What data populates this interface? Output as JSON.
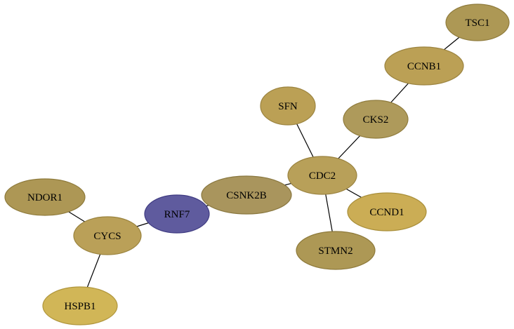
{
  "diagram": {
    "nodes": [
      {
        "id": "TSC1",
        "label": "TSC1",
        "fill": "#ad9855",
        "stroke": "#8f7b3c"
      },
      {
        "id": "CCNB1",
        "label": "CCNB1",
        "fill": "#bba055",
        "stroke": "#9c8440"
      },
      {
        "id": "SFN",
        "label": "SFN",
        "fill": "#bba055",
        "stroke": "#9c8440"
      },
      {
        "id": "CKS2",
        "label": "CKS2",
        "fill": "#ae9a5b",
        "stroke": "#8f7b3c"
      },
      {
        "id": "CDC2",
        "label": "CDC2",
        "fill": "#b8a059",
        "stroke": "#9a823f"
      },
      {
        "id": "CSNK2B",
        "label": "CSNK2B",
        "fill": "#a9955d",
        "stroke": "#8a7840"
      },
      {
        "id": "NDOR1",
        "label": "NDOR1",
        "fill": "#ad9755",
        "stroke": "#8e7a3b"
      },
      {
        "id": "RNF7",
        "label": "RNF7",
        "fill": "#5f5b9e",
        "stroke": "#3f3b82"
      },
      {
        "id": "CCND1",
        "label": "CCND1",
        "fill": "#cbad55",
        "stroke": "#a98f3a"
      },
      {
        "id": "CYCS",
        "label": "CYCS",
        "fill": "#baa058",
        "stroke": "#9a833e"
      },
      {
        "id": "STMN2",
        "label": "STMN2",
        "fill": "#ad9855",
        "stroke": "#8e7a3b"
      },
      {
        "id": "HSPB1",
        "label": "HSPB1",
        "fill": "#d1b657",
        "stroke": "#b0963c"
      }
    ],
    "edges": [
      {
        "from": "TSC1",
        "to": "CCNB1"
      },
      {
        "from": "CCNB1",
        "to": "CKS2"
      },
      {
        "from": "CKS2",
        "to": "CDC2"
      },
      {
        "from": "SFN",
        "to": "CDC2"
      },
      {
        "from": "CDC2",
        "to": "CSNK2B"
      },
      {
        "from": "CDC2",
        "to": "CCND1"
      },
      {
        "from": "CDC2",
        "to": "STMN2"
      },
      {
        "from": "CSNK2B",
        "to": "RNF7"
      },
      {
        "from": "RNF7",
        "to": "CYCS"
      },
      {
        "from": "NDOR1",
        "to": "CYCS"
      },
      {
        "from": "CYCS",
        "to": "HSPB1"
      }
    ]
  }
}
